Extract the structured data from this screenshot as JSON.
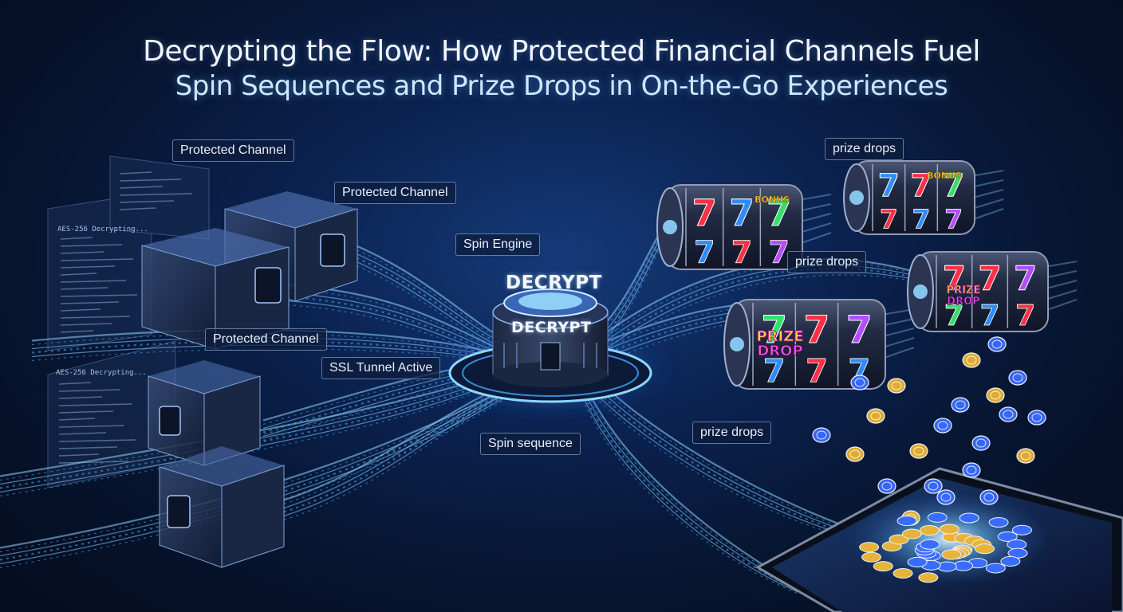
{
  "title": {
    "line1": "Decrypting the Flow: How Protected Financial Channels Fuel",
    "line2": "Spin Sequences and Prize Drops in On-the-Go Experiences"
  },
  "labels": {
    "protected_channel_1": "Protected Channel",
    "protected_channel_2": "Protected Channel",
    "protected_channel_3": "Protected Channel",
    "spin_engine": "Spin Engine",
    "ssl_tunnel": "SSL Tunnel Active",
    "spin_sequence": "Spin sequence",
    "prize_drops_1": "prize drops",
    "prize_drops_2": "prize drops",
    "prize_drops_3": "prize drops"
  },
  "hub": {
    "top_label": "DECRYPT",
    "ring_label": "DECRYPT"
  },
  "terminal": {
    "line_a": "AES-256 Decrypting...",
    "line_b": "AES-256 Decrypting..."
  },
  "reels": {
    "seven": "7",
    "bonus": "BONUS",
    "prize": "PRIZE",
    "drop": "DROP"
  },
  "colors": {
    "background": "#071530",
    "stream": "#3fa9ff",
    "glow": "#8fd6ff",
    "seven_red": "#ff2f45",
    "seven_blue": "#2e8cff",
    "seven_green": "#34e06a",
    "seven_purple": "#b34dff",
    "coin_gold": "#e8b33a",
    "coin_blue": "#3a6cff"
  },
  "icons": [
    "server-cube-icon",
    "decrypt-hub-icon",
    "slot-reel-icon",
    "coin-icon",
    "tablet-icon"
  ]
}
